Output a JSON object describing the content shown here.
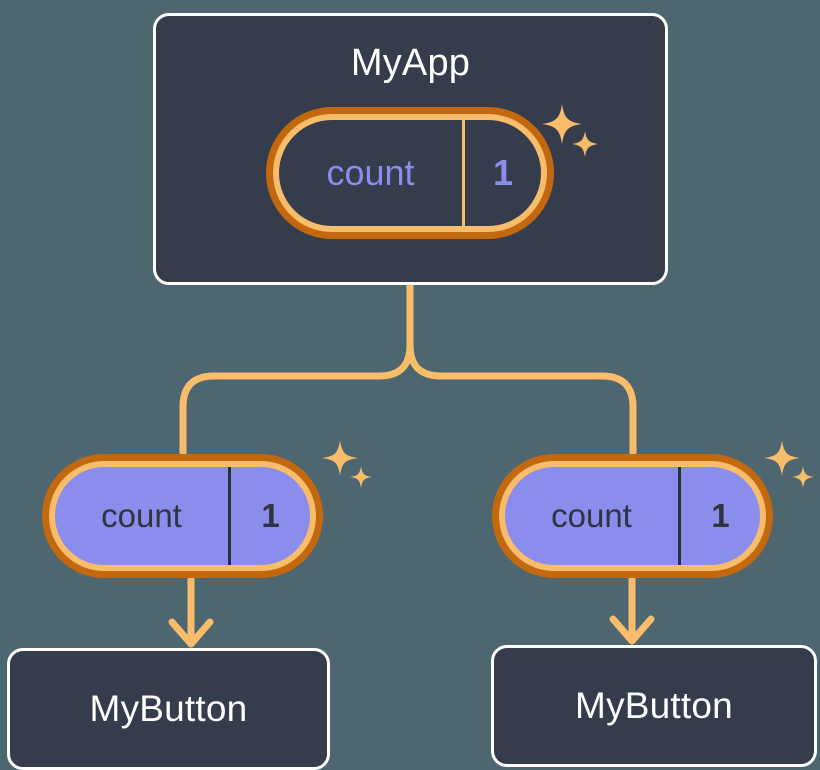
{
  "diagram": {
    "title_text": "MyApp",
    "background_color": "#4d6670",
    "accent_color": "#f8bd6b",
    "accent_dark_color": "#c4680f",
    "state_color": "#8a8dec",
    "box_fill_color": "#353c4b",
    "box_border_color": "#ffffff"
  },
  "root": {
    "label": "MyApp",
    "state": {
      "key": "count",
      "value": "1"
    },
    "sparkle_icon": "sparkles-icon"
  },
  "children": [
    {
      "state": {
        "key": "count",
        "value": "1"
      },
      "label": "MyButton",
      "sparkle_icon": "sparkles-icon"
    },
    {
      "state": {
        "key": "count",
        "value": "1"
      },
      "label": "MyButton",
      "sparkle_icon": "sparkles-icon"
    }
  ]
}
